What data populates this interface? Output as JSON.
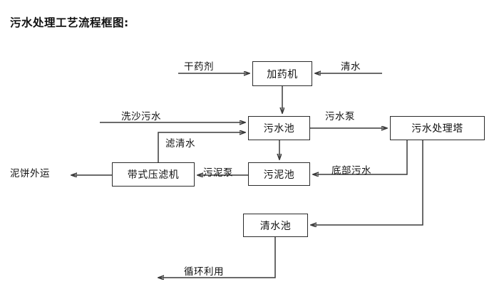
{
  "title": "污水处理工艺流程框图:",
  "nodes": {
    "dosing_machine": "加药机",
    "wastewater_pool": "污水池",
    "treatment_tower": "污水处理塔",
    "sludge_pool": "污泥池",
    "belt_filter_press": "带式压滤机",
    "clear_water_pool": "清水池"
  },
  "edge_labels": {
    "dry_reagent": "干药剂",
    "clean_water": "清水",
    "sand_wash_wastewater": "洗沙污水",
    "filtered_clear_water": "滤清水",
    "wastewater_pump": "污水泵",
    "sludge_pump": "污泥泵",
    "bottom_wastewater": "底部污水",
    "mud_cake_transport": "泥饼外运",
    "recycle_reuse": "循环利用"
  },
  "colors": {
    "line": "#3a3a3a",
    "border": "#2b2b2b",
    "text": "#111111",
    "background": "#ffffff"
  }
}
